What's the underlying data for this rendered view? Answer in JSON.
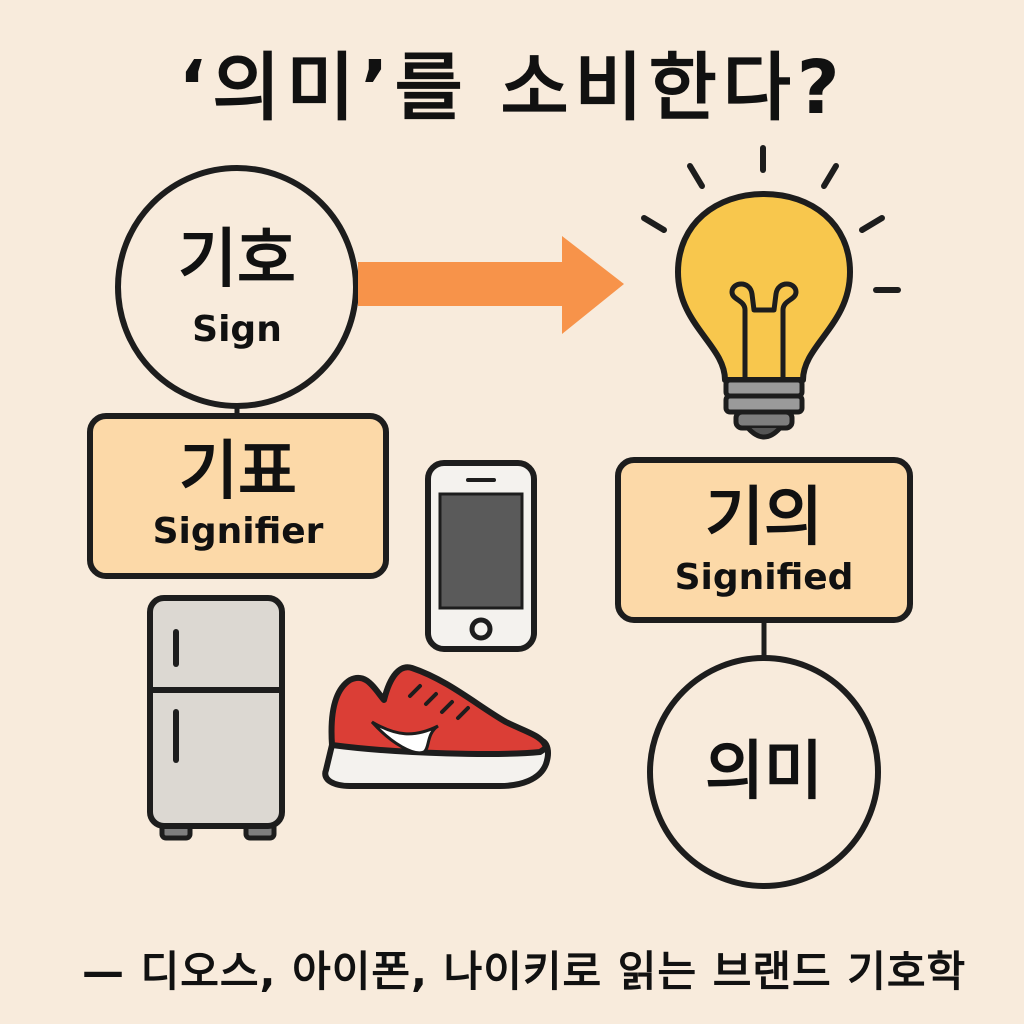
{
  "title": "‘의미’를 소비한다?",
  "sign": {
    "ko": "기호",
    "en": "Sign"
  },
  "signifier": {
    "ko": "기표",
    "en": "Signifier"
  },
  "signified": {
    "ko": "기의",
    "en": "Signified"
  },
  "meaning": {
    "ko": "의미"
  },
  "footer": "— 디오스, 아이폰, 나이키로 읽는 브랜드 기호학",
  "icons": [
    "lightbulb-icon",
    "smartphone-icon",
    "refrigerator-icon",
    "sneaker-icon",
    "arrow-right-icon"
  ],
  "colors": {
    "background": "#f8ebdc",
    "box_fill": "#fcd9a8",
    "arrow": "#f7934a",
    "bulb": "#f8c74d",
    "shoe": "#db3e36",
    "stroke": "#1d1d1d"
  }
}
